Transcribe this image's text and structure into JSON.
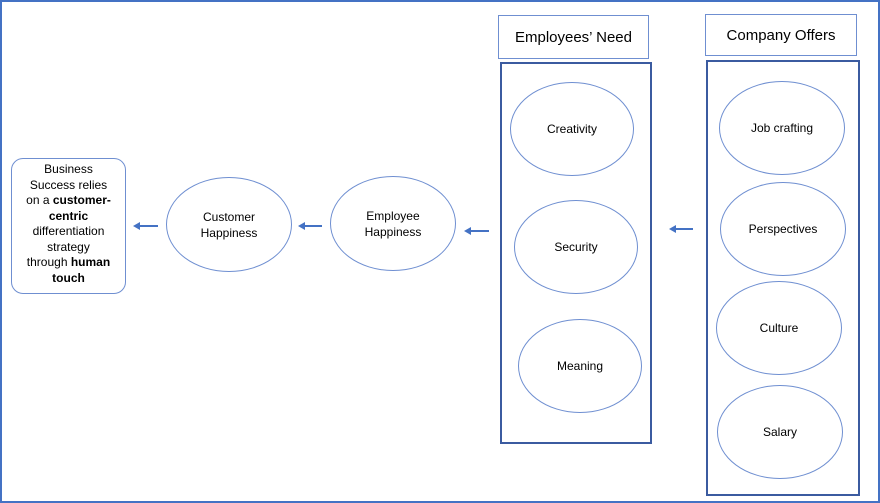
{
  "business": {
    "parts": [
      {
        "text": "Business",
        "bold": false
      },
      {
        "text": "Success relies",
        "bold": false
      },
      {
        "text": "on a ",
        "bold": false,
        "inline_next": true
      },
      {
        "text": "customer-",
        "bold": true
      },
      {
        "text": "centric",
        "bold": true
      },
      {
        "text": "differentiation",
        "bold": false
      },
      {
        "text": "strategy",
        "bold": false
      },
      {
        "text": "through ",
        "bold": false,
        "inline_next": true
      },
      {
        "text": "human",
        "bold": true
      },
      {
        "text": "touch",
        "bold": true
      }
    ]
  },
  "customer_happiness": "Customer\nHappiness",
  "employee_happiness": "Employee\nHappiness",
  "employees_need": {
    "title": "Employees’ Need",
    "items": [
      "Creativity",
      "Security",
      "Meaning"
    ]
  },
  "company_offers": {
    "title": "Company Offers",
    "items": [
      "Job crafting",
      "Perspectives",
      "Culture",
      "Salary"
    ]
  },
  "colors": {
    "frame": "#4472C4",
    "node_border": "#6F8FD1",
    "group_border": "#3B5BA0",
    "arrow": "#4472C4"
  }
}
